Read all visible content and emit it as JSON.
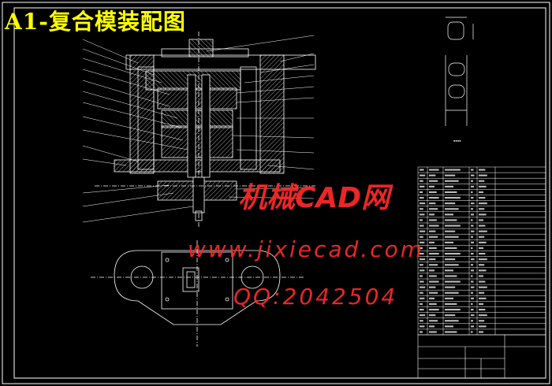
{
  "drawing": {
    "title": "A1-复合模装配图",
    "watermark": {
      "site_name": "机械CAD网",
      "url": "www.jixiecad.com",
      "qq": "QQ:2042504"
    }
  },
  "colors": {
    "background": "#000000",
    "title": "#ffff00",
    "watermark": "#ff2a2a",
    "lines": "#ffffff",
    "hatch": "#cfcfcf"
  }
}
